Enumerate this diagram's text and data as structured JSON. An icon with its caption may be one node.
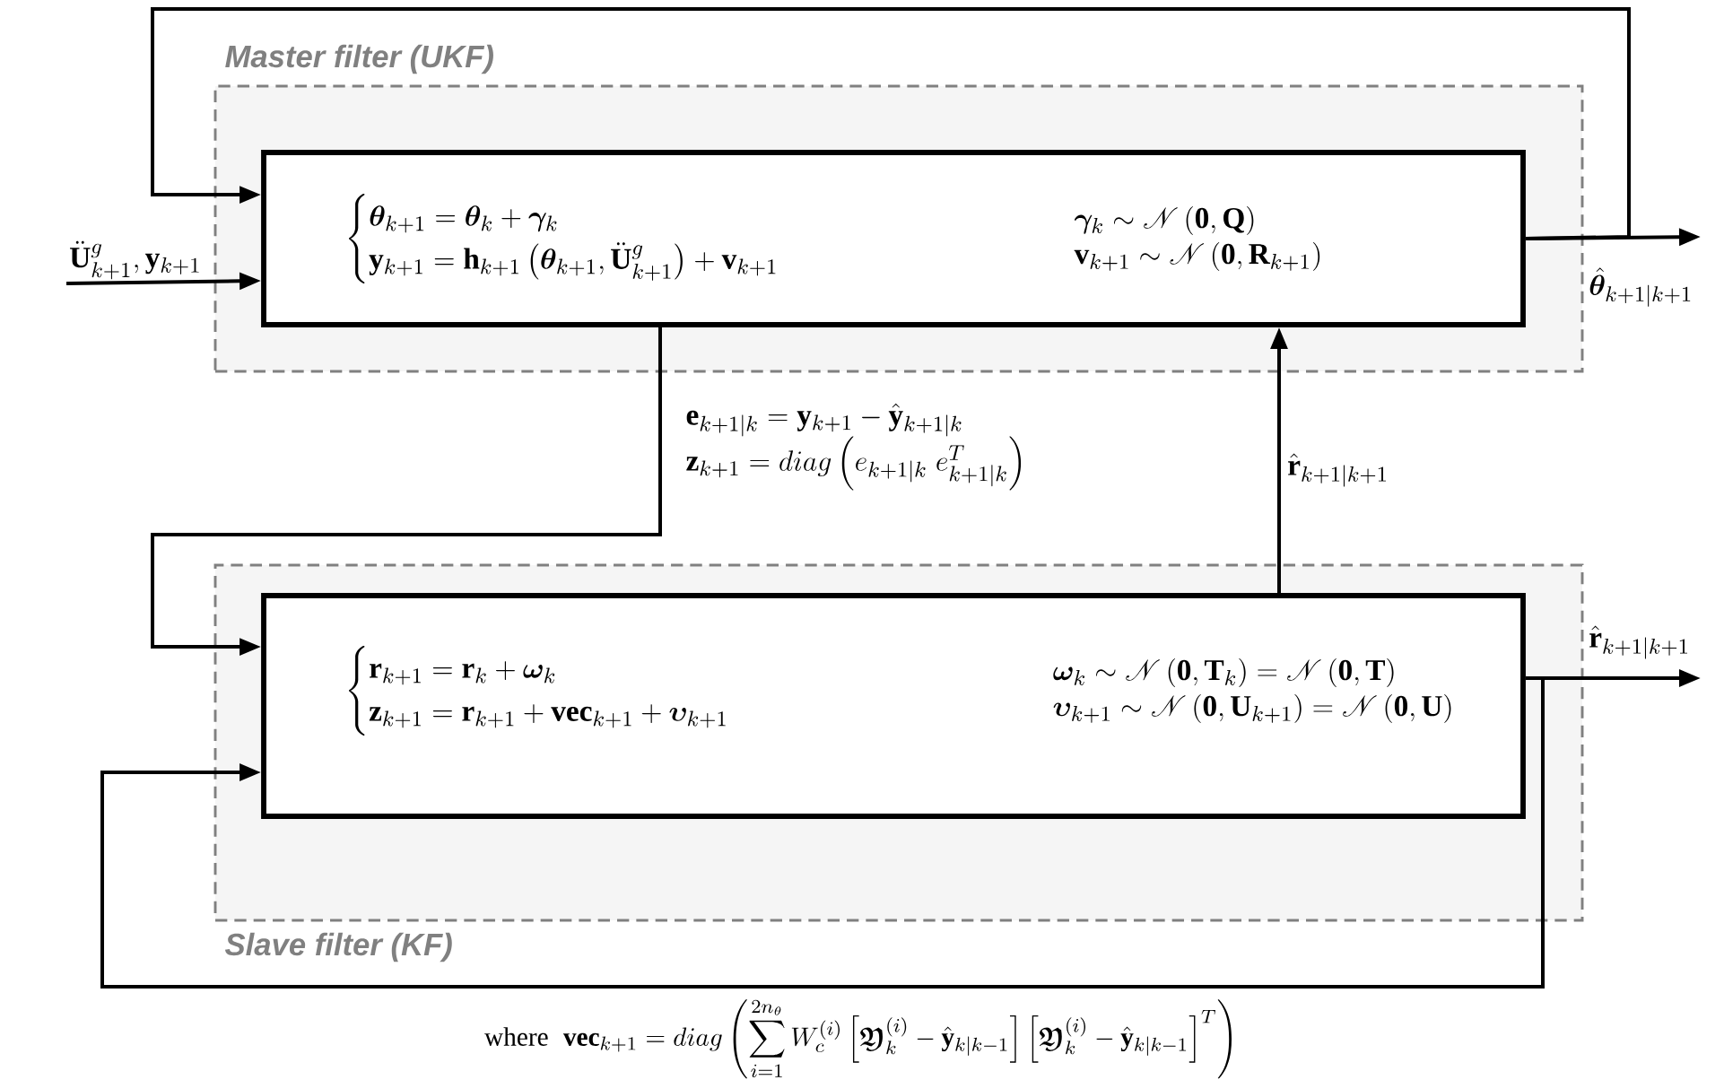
{
  "diagram": {
    "nodes": [
      {
        "text": [
          "Master filter (UKF)"
        ]
      },
      {
        "text": [
          "\\begin{cases}\\boldsymbol{\\theta}_{k+1}=\\boldsymbol{\\theta}_{k}+\\boldsymbol{\\gamma}_{k}\\\\ \\mathbf{y}_{k+1}=\\mathbf{h}_{k+1}\\left(\\boldsymbol{\\theta}_{k+1},\\ddot{\\mathbf{U}}^{g}_{k+1}\\right)+\\mathbf{v}_{k+1}\\end{cases}",
          "\\begin{array}{l}\\boldsymbol{\\gamma}_{k}\\sim\\mathscr{N}\\left(\\mathbf{0},\\mathbf{Q}\\right)\\\\ \\mathbf{v}_{k+1}\\sim\\mathscr{N}\\left(\\mathbf{0},\\mathbf{R}_{k+1}\\right)\\end{array}"
        ],
        "in": 0
      },
      {
        "text": [
          "Slave filter (KF)"
        ]
      },
      {
        "text": [
          "\\begin{cases}\\mathbf{r}_{k+1}=\\mathbf{r}_{k}+\\boldsymbol{\\omega}_{k}\\\\ \\mathbf{z}_{k+1}=\\mathbf{r}_{k+1}+\\mathbf{vec}_{k+1}+\\boldsymbol{\\upsilon}_{k+1}\\end{cases}",
          "\\begin{array}{l}\\boldsymbol{\\omega}_{k}\\sim\\mathscr{N}\\left(\\mathbf{0},\\mathbf{T}_{k}\\right)=\\mathscr{N}\\left(\\mathbf{0},\\mathbf{T}\\right)\\\\ \\boldsymbol{\\upsilon}_{k+1}\\sim\\mathscr{N}\\left(\\mathbf{0},\\mathbf{U}_{k+1}\\right)=\\mathscr{N}\\left(\\mathbf{0},\\mathbf{U}\\right)\\end{array}"
        ],
        "in": 2
      }
    ],
    "edges": [
      {
        "from": null,
        "to": 1,
        "arrow": "to",
        "label": "\\ddot{\\mathbf{U}}^{g}_{k+1},\\mathbf{y}_{k+1}"
      },
      {
        "from": 1,
        "to": null,
        "arrow": "to",
        "label": "\\hat{\\boldsymbol{\\theta}}_{k+1|k+1}"
      },
      {
        "from": 1,
        "to": 1,
        "arrow": "to"
      },
      {
        "from": 1,
        "to": 3,
        "arrow": "to",
        "label": "\\begin{array}{l}\\mathbf{e}_{k+1|k}=\\mathbf{y}_{k+1}-\\hat{\\mathbf{y}}_{k+1|k}\\\\ \\mathbf{z}_{k+1}=diag\\left(e_{k+1|k}\\;e^{T}_{k+1|k}\\right)\\end{array}"
      },
      {
        "from": 3,
        "to": 1,
        "arrow": "to",
        "label": "\\hat{\\mathbf{r}}_{k+1|k+1}"
      },
      {
        "from": 3,
        "to": null,
        "arrow": "to",
        "label": "\\hat{\\mathbf{r}}_{k+1|k+1}"
      },
      {
        "from": 3,
        "to": 3,
        "arrow": "to"
      }
    ],
    "labels": [
      "\\text{where}\\;\\;\\mathbf{vec}_{k+1}=diag\\left(\\sum_{i=1}^{2n_{\\theta}}W_{c}^{(i)}\\left[\\bm{\\mathfrak{Y}}_{k}^{(i)}-\\hat{\\mathbf{y}}_{k|k-1}\\right]\\left[\\bm{\\mathfrak{Y}}_{k}^{(i)}-\\hat{\\mathbf{y}}_{k|k-1}\\right]^{T}\\right)"
    ]
  }
}
